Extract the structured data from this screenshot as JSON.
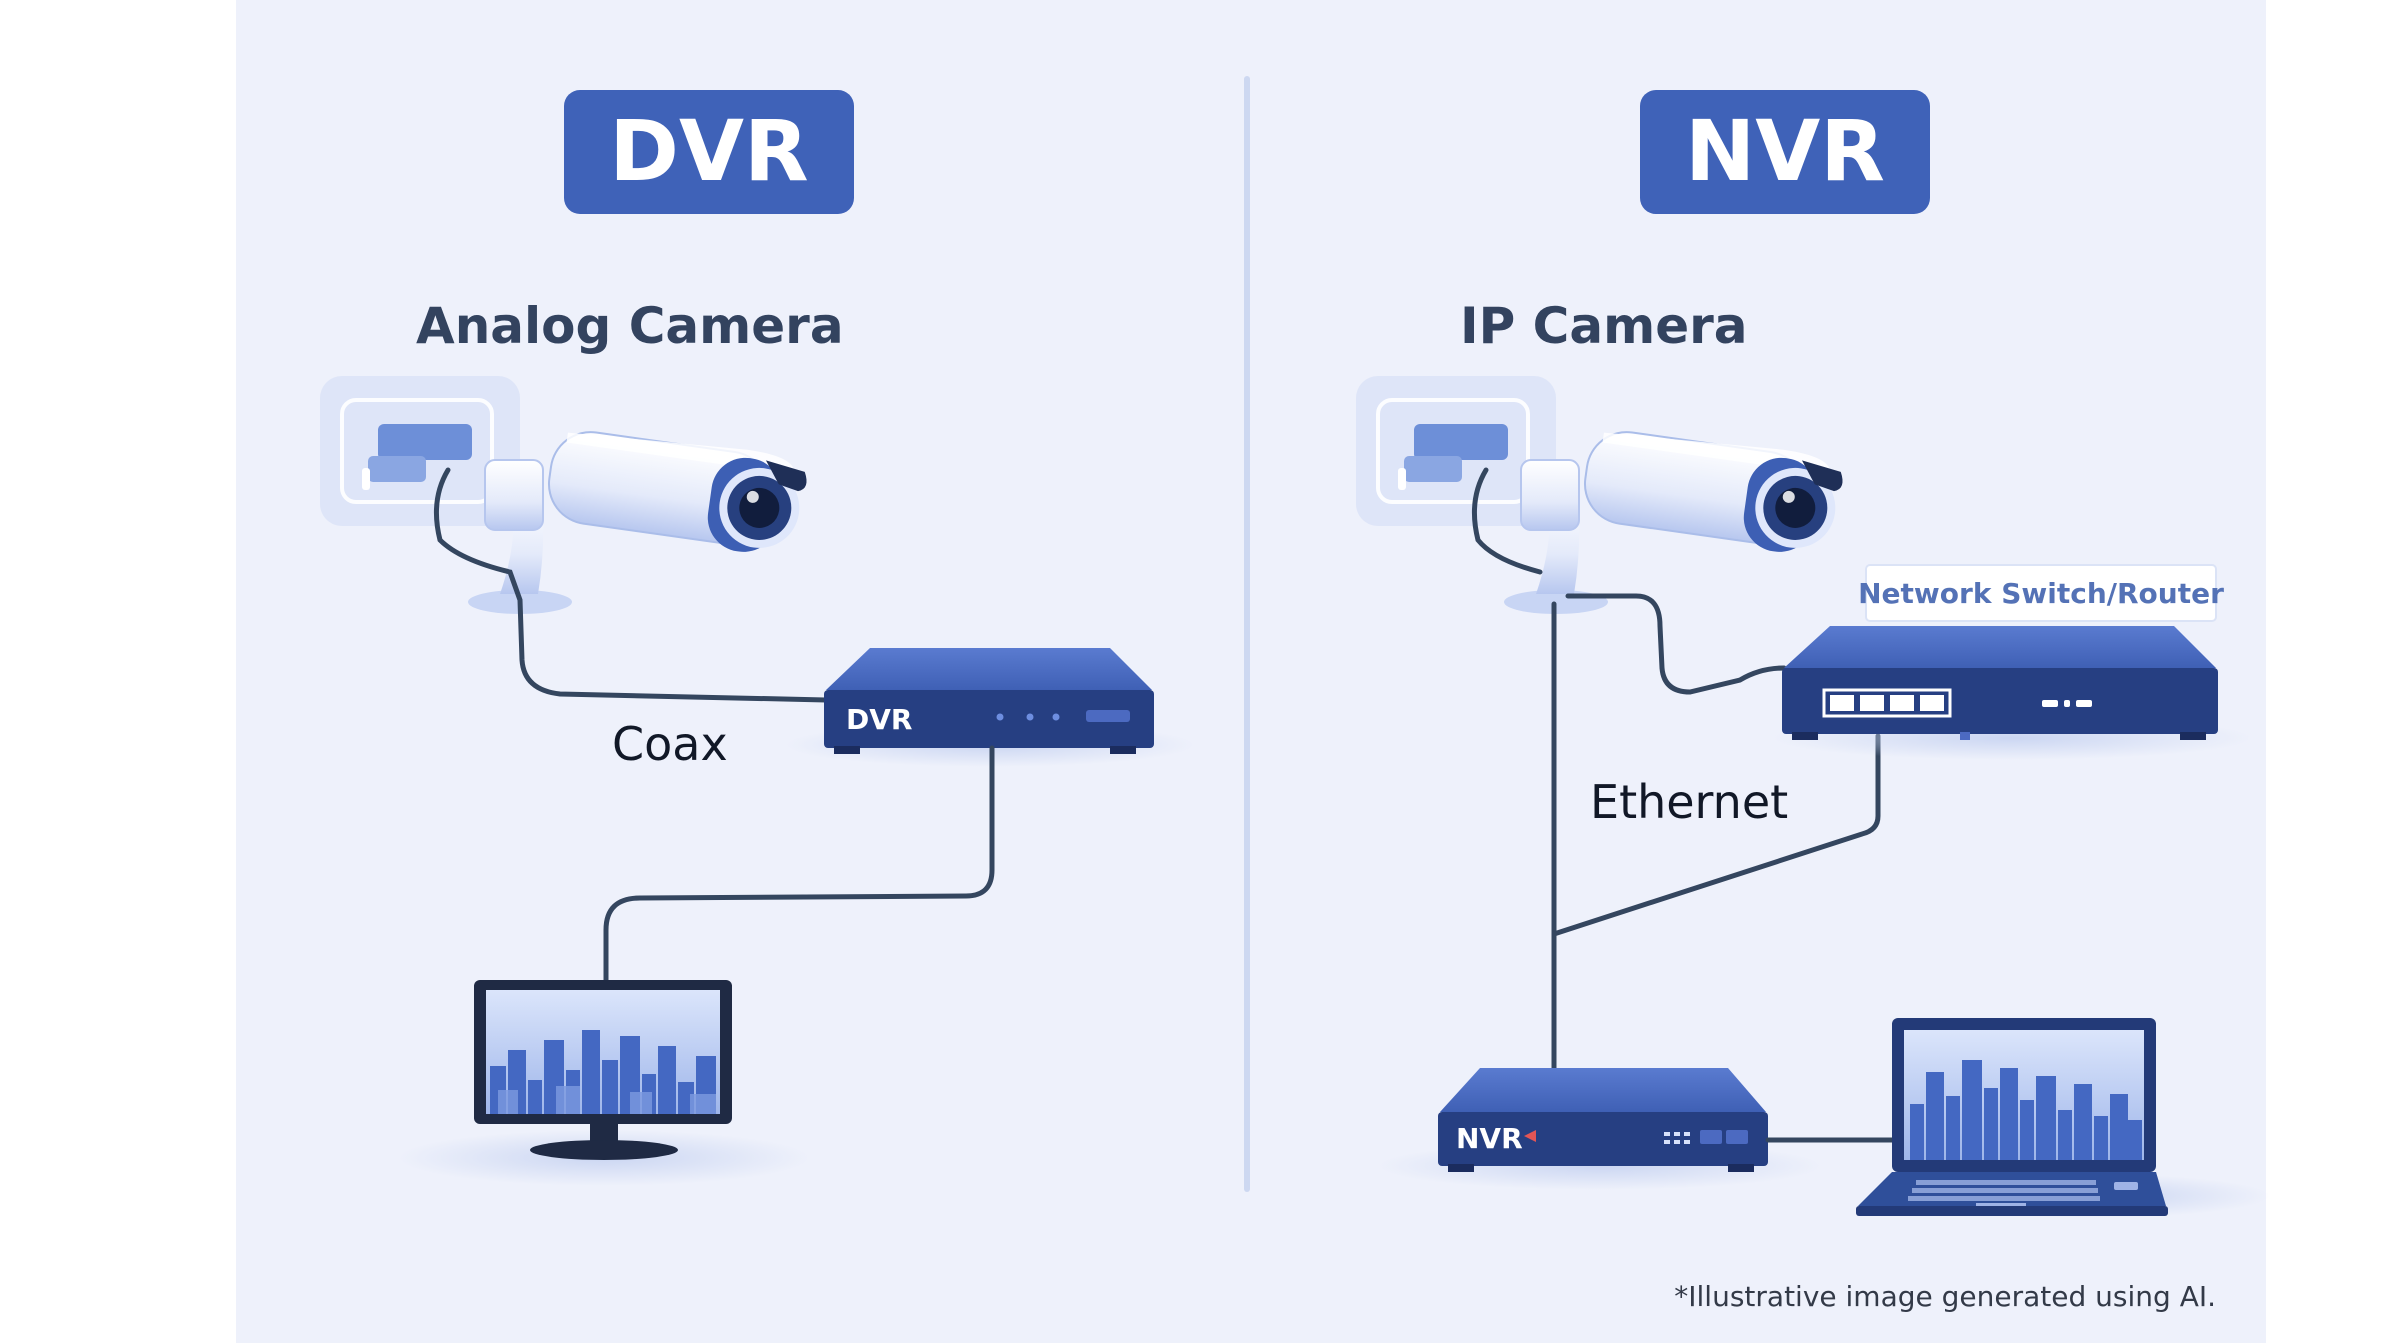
{
  "colors": {
    "panel": "#eef1fb",
    "badge": "#3f62b8",
    "badge_text": "#ffffff",
    "heading": "#33435f",
    "device": "#2f4f9a",
    "device_top": "#4569c2",
    "device_front": "#263f82",
    "cable": "#34465f",
    "divider": "#cdd8f1",
    "screen_sky": "#8ea9e3",
    "screen_city": "#3f62b8",
    "camera_white": "#f2f5fd",
    "camera_blue": "#c3d1f3",
    "lens": "#1f2f57",
    "tag_bg": "#ffffff",
    "tag_text": "#5472b6"
  },
  "dvr_side": {
    "badge": "DVR",
    "camera_label": "Analog Camera",
    "device_label": "DVR",
    "cable_label": "Coax"
  },
  "nvr_side": {
    "badge": "NVR",
    "camera_label": "IP Camera",
    "switch_label": "Network Switch/Router",
    "device_label": "NVR",
    "cable_label": "Ethernet"
  },
  "footnote": "*Illustrative image generated using AI.",
  "icons": {
    "camera": "cctv-camera-icon",
    "wall_mount": "wall-mount-icon",
    "monitor": "monitor-icon",
    "laptop": "laptop-icon",
    "recorder": "recorder-box-icon",
    "switch": "network-switch-icon"
  }
}
